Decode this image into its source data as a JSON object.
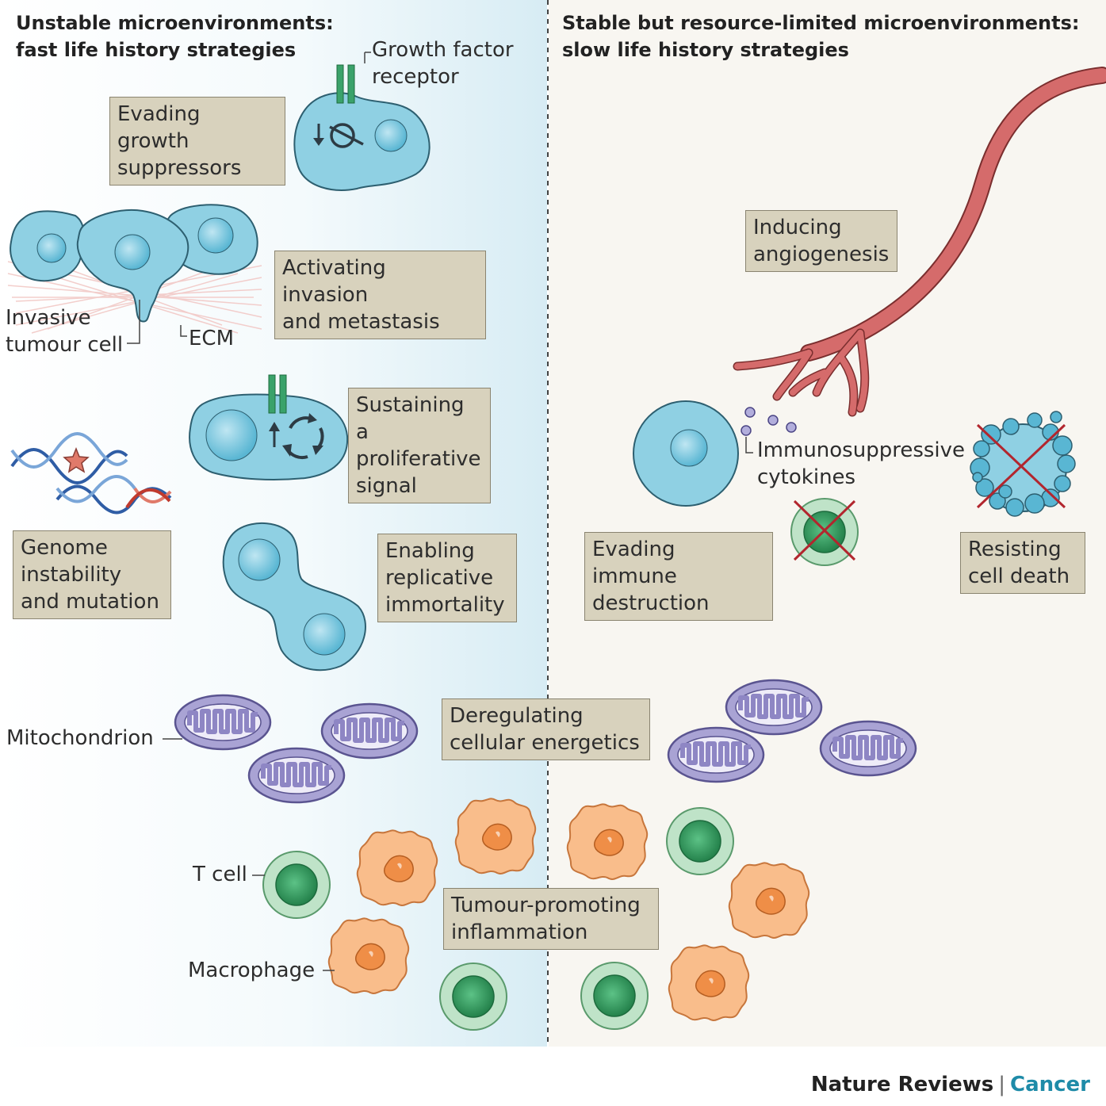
{
  "left_panel": {
    "heading_line1": "Unstable microenvironments:",
    "heading_line2": "fast life history strategies",
    "boxes": {
      "evading_growth": [
        "Evading growth",
        "suppressors"
      ],
      "invasion": [
        "Activating invasion",
        "and metastasis"
      ],
      "proliferative": [
        "Sustaining a",
        "proliferative",
        "signal"
      ],
      "genome": [
        "Genome",
        "instability",
        "and mutation"
      ],
      "immortality": [
        "Enabling",
        "replicative",
        "immortality"
      ],
      "energetics": [
        "Deregulating",
        "cellular energetics"
      ],
      "inflammation": [
        "Tumour-promoting",
        "inflammation"
      ]
    },
    "labels": {
      "growth_factor": [
        "Growth factor",
        "receptor"
      ],
      "invasive_cell": [
        "Invasive",
        "tumour cell"
      ],
      "ecm": "ECM",
      "mitochondrion": "Mitochondrion",
      "t_cell": "T cell",
      "macrophage": "Macrophage"
    }
  },
  "right_panel": {
    "heading_line1": "Stable but resource-limited microenvironments:",
    "heading_line2": "slow life history strategies",
    "boxes": {
      "angiogenesis": [
        "Inducing",
        "angiogenesis"
      ],
      "immune": [
        "Evading immune",
        "destruction"
      ],
      "cell_death": [
        "Resisting",
        "cell death"
      ]
    },
    "labels": {
      "cytokines": [
        "Immunosuppressive",
        "cytokines"
      ]
    }
  },
  "brand": {
    "publisher": "Nature Reviews",
    "separator": "|",
    "journal": "Cancer"
  },
  "colors": {
    "box_fill": "#d8d2bd",
    "cell_blue": "#8fd0e3",
    "mito_purple": "#a9a3d4",
    "t_cell_green": "#2f9c5c",
    "macrophage_orange": "#f6a567",
    "vessel_red": "#c85a5a",
    "brand_blue": "#1e8ba8"
  }
}
